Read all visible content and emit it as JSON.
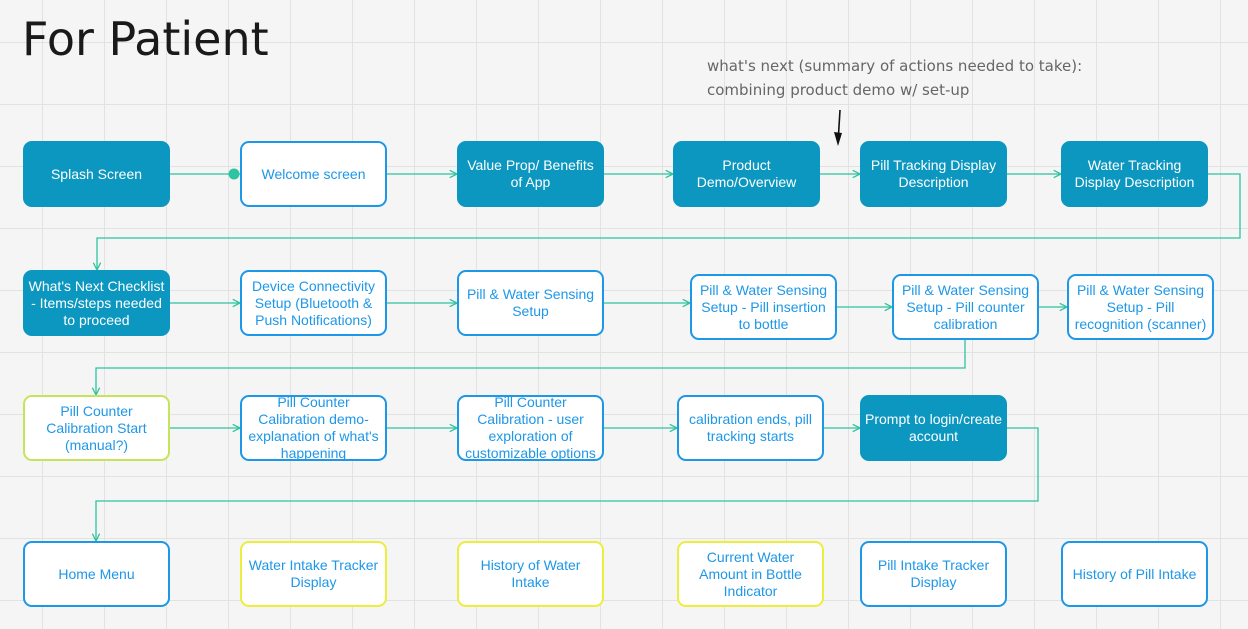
{
  "title": "For Patient",
  "note": {
    "line1": "what's next (summary of actions needed to take):",
    "line2": "combining product demo w/ set-up"
  },
  "colors": {
    "filled": "#0b97bf",
    "outline_blue": "#1d97e8",
    "outline_yellow": "#eded3e",
    "outline_lime": "#c6e35b",
    "connector": "#2ec4a0",
    "marker_dot": "#2ec4a0"
  },
  "nodes": [
    {
      "id": "splash-screen",
      "text": "Splash Screen",
      "style": "filled"
    },
    {
      "id": "welcome-screen",
      "text": "Welcome screen",
      "style": "outline-blue"
    },
    {
      "id": "value-prop",
      "text": "Value Prop/ Benefits of App",
      "style": "filled"
    },
    {
      "id": "product-demo",
      "text": "Product Demo/Overview",
      "style": "filled"
    },
    {
      "id": "pill-tracking-display-description",
      "text": "Pill Tracking Display Description",
      "style": "filled"
    },
    {
      "id": "water-tracking-display-description",
      "text": "Water Tracking Display Description",
      "style": "filled"
    },
    {
      "id": "whats-next-checklist",
      "text": "What's Next Checklist - Items/steps needed to proceed",
      "style": "filled"
    },
    {
      "id": "device-connectivity-setup",
      "text": "Device Connectivity Setup (Bluetooth & Push Notifications)",
      "style": "outline-blue"
    },
    {
      "id": "pill-water-sensing-setup",
      "text": "Pill & Water Sensing Setup",
      "style": "outline-blue"
    },
    {
      "id": "sensing-setup-pill-insertion",
      "text": "Pill & Water Sensing Setup - Pill insertion to bottle",
      "style": "outline-blue"
    },
    {
      "id": "sensing-setup-pill-counter-calibration",
      "text": "Pill & Water Sensing Setup - Pill counter calibration",
      "style": "outline-blue"
    },
    {
      "id": "sensing-setup-pill-recognition",
      "text": "Pill & Water Sensing Setup - Pill recognition (scanner)",
      "style": "outline-blue"
    },
    {
      "id": "pill-counter-calibration-start",
      "text": "Pill Counter Calibration Start (manual?)",
      "style": "outline-lime"
    },
    {
      "id": "pill-counter-calibration-demo",
      "text": "Pill Counter Calibration demo- explanation of what's happening",
      "style": "outline-blue"
    },
    {
      "id": "pill-counter-calibration-user-exploration",
      "text": "Pill Counter Calibration - user exploration of customizable options",
      "style": "outline-blue"
    },
    {
      "id": "calibration-ends",
      "text": "calibration ends, pill tracking starts",
      "style": "outline-blue"
    },
    {
      "id": "prompt-login",
      "text": "Prompt to login/create account",
      "style": "filled"
    },
    {
      "id": "home-menu",
      "text": "Home Menu",
      "style": "outline-blue"
    },
    {
      "id": "water-intake-tracker-display",
      "text": "Water Intake Tracker Display",
      "style": "outline-yellow"
    },
    {
      "id": "history-of-water-intake",
      "text": "History of Water Intake",
      "style": "outline-yellow"
    },
    {
      "id": "current-water-amount-indicator",
      "text": "Current Water Amount in Bottle Indicator",
      "style": "outline-yellow"
    },
    {
      "id": "pill-intake-tracker-display",
      "text": "Pill Intake Tracker Display",
      "style": "outline-blue"
    },
    {
      "id": "history-of-pill-intake",
      "text": "History of Pill Intake",
      "style": "outline-blue"
    }
  ],
  "edges": [
    {
      "from": "splash-screen",
      "to": "welcome-screen",
      "head": "dot"
    },
    {
      "from": "welcome-screen",
      "to": "value-prop",
      "head": "arrow"
    },
    {
      "from": "value-prop",
      "to": "product-demo",
      "head": "arrow"
    },
    {
      "from": "product-demo",
      "to": "pill-tracking-display-description",
      "head": "arrow"
    },
    {
      "from": "pill-tracking-display-description",
      "to": "water-tracking-display-description",
      "head": "arrow"
    },
    {
      "from": "water-tracking-display-description",
      "to": "whats-next-checklist",
      "head": "arrow"
    },
    {
      "from": "whats-next-checklist",
      "to": "device-connectivity-setup",
      "head": "arrow"
    },
    {
      "from": "device-connectivity-setup",
      "to": "pill-water-sensing-setup",
      "head": "arrow"
    },
    {
      "from": "pill-water-sensing-setup",
      "to": "sensing-setup-pill-insertion",
      "head": "arrow"
    },
    {
      "from": "sensing-setup-pill-insertion",
      "to": "sensing-setup-pill-counter-calibration",
      "head": "arrow"
    },
    {
      "from": "sensing-setup-pill-counter-calibration",
      "to": "sensing-setup-pill-recognition",
      "head": "arrow"
    },
    {
      "from": "sensing-setup-pill-counter-calibration",
      "to": "pill-counter-calibration-start",
      "head": "arrow"
    },
    {
      "from": "pill-counter-calibration-start",
      "to": "pill-counter-calibration-demo",
      "head": "arrow"
    },
    {
      "from": "pill-counter-calibration-demo",
      "to": "pill-counter-calibration-user-exploration",
      "head": "arrow"
    },
    {
      "from": "pill-counter-calibration-user-exploration",
      "to": "calibration-ends",
      "head": "arrow"
    },
    {
      "from": "calibration-ends",
      "to": "prompt-login",
      "head": "arrow"
    },
    {
      "from": "prompt-login",
      "to": "home-menu",
      "head": "arrow"
    }
  ]
}
